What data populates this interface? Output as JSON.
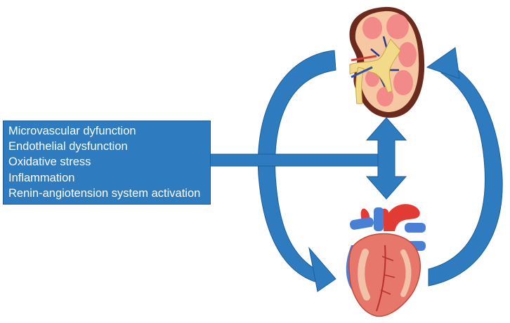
{
  "mechanisms": {
    "items": [
      "Microvascular dyfunction",
      "Endothelial dysfunction",
      "Oxidative stress",
      "Inflammation",
      "Renin-angiotension system activation"
    ]
  },
  "icons": {
    "kidney": "kidney-icon",
    "heart": "heart-icon"
  },
  "colors": {
    "arrow_blue": "#2e7bbf",
    "arrow_edge": "#1f5f98",
    "kidney_outer": "#f7c6a3",
    "kidney_inner": "#f28a8a",
    "ureter": "#f3d98a",
    "heart_red": "#e23a34",
    "heart_vein": "#4a7fd6"
  }
}
